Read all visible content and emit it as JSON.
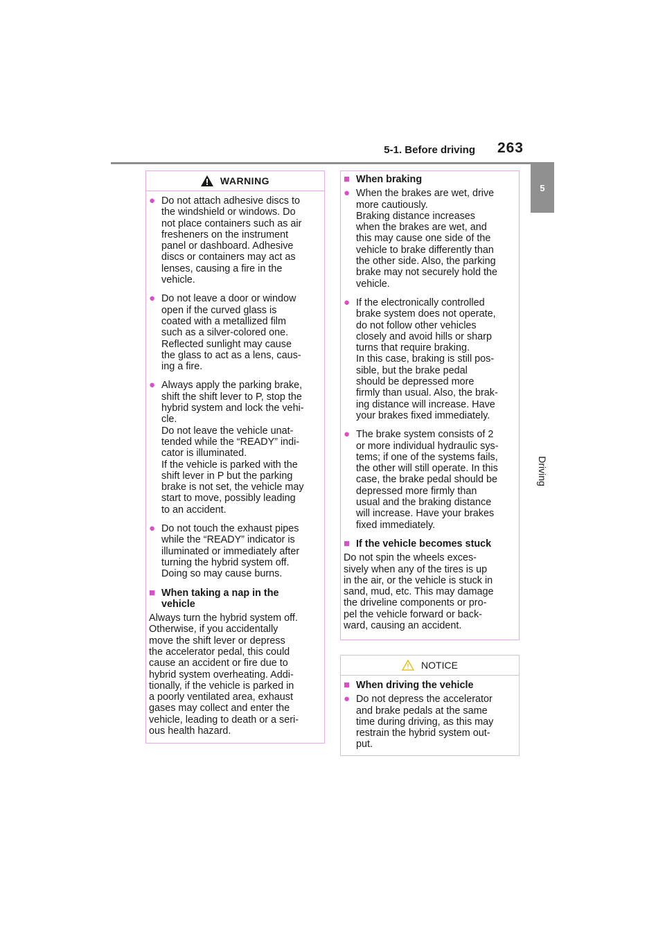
{
  "header": {
    "section": "5-1. Before driving",
    "page_number": "263"
  },
  "side_tab": {
    "chapter": "5",
    "label": "Driving"
  },
  "warning_box": {
    "title": "WARNING",
    "bullets": [
      "Do not attach adhesive discs to\nthe windshield or windows. Do\nnot place containers such as air\nfresheners on the instrument\npanel or dashboard. Adhesive\ndiscs or containers may act as\nlenses, causing a fire in the\nvehicle.",
      "Do not leave a door or window\nopen if the curved glass is\ncoated with a metallized film\nsuch as a silver-colored one.\nReflected sunlight may cause\nthe glass to act as a lens, caus-\ning a fire.",
      "Always apply the parking brake,\nshift the shift lever to P, stop the\nhybrid system and lock the vehi-\ncle.\nDo not leave the vehicle unat-\ntended while the “READY” indi-\ncator is illuminated.\nIf the vehicle is parked with the\nshift lever in P but the parking\nbrake is not set, the vehicle may\nstart to move, possibly leading\nto an accident.",
      "Do not touch the exhaust pipes\nwhile the “READY” indicator is\nilluminated or immediately after\nturning the hybrid system off.\nDoing so may cause burns."
    ],
    "nap_heading": "When taking a nap in the\nvehicle",
    "nap_text": "Always turn the hybrid system off.\nOtherwise, if you accidentally\nmove the shift lever or depress\nthe accelerator pedal, this could\ncause an accident or fire due to\nhybrid system overheating. Addi-\ntionally, if the vehicle is parked in\na poorly ventilated area, exhaust\ngases may collect and enter the\nvehicle, leading to death or a seri-\nous health hazard."
  },
  "braking_box": {
    "heading": "When braking",
    "bullets": [
      "When the brakes are wet, drive\nmore cautiously.\nBraking distance increases\nwhen the brakes are wet, and\nthis may cause one side of the\nvehicle to brake differently than\nthe other side. Also, the parking\nbrake may not securely hold the\nvehicle.",
      "If the electronically controlled\nbrake system does not operate,\ndo not follow other vehicles\nclosely and avoid hills or sharp\nturns that require braking.\nIn this case, braking is still pos-\nsible, but the brake pedal\nshould be depressed more\nfirmly than usual. Also, the brak-\ning distance will increase. Have\nyour brakes fixed immediately.",
      "The brake system consists of 2\nor more individual hydraulic sys-\ntems; if one of the systems fails,\nthe other will still operate. In this\ncase, the brake pedal should be\ndepressed more firmly than\nusual and the braking distance\nwill increase. Have your brakes\nfixed immediately."
    ],
    "stuck_heading": "If the vehicle becomes stuck",
    "stuck_text": "Do not spin the wheels exces-\nsively when any of the tires is up\nin the air, or the vehicle is stuck in\nsand, mud, etc. This may damage\nthe driveline components or pro-\npel the vehicle forward or back-\nward, causing an accident."
  },
  "notice_box": {
    "title": "NOTICE",
    "heading": "When driving the vehicle",
    "bullet": "Do not depress the accelerator\nand brake pedals at the same\ntime during driving, as this may\nrestrain the hybrid system out-\nput."
  },
  "colors": {
    "accent": "#d94fc8",
    "box_border": "#e7a6e5",
    "rule": "#8c8c8c",
    "tab": "#909090"
  }
}
